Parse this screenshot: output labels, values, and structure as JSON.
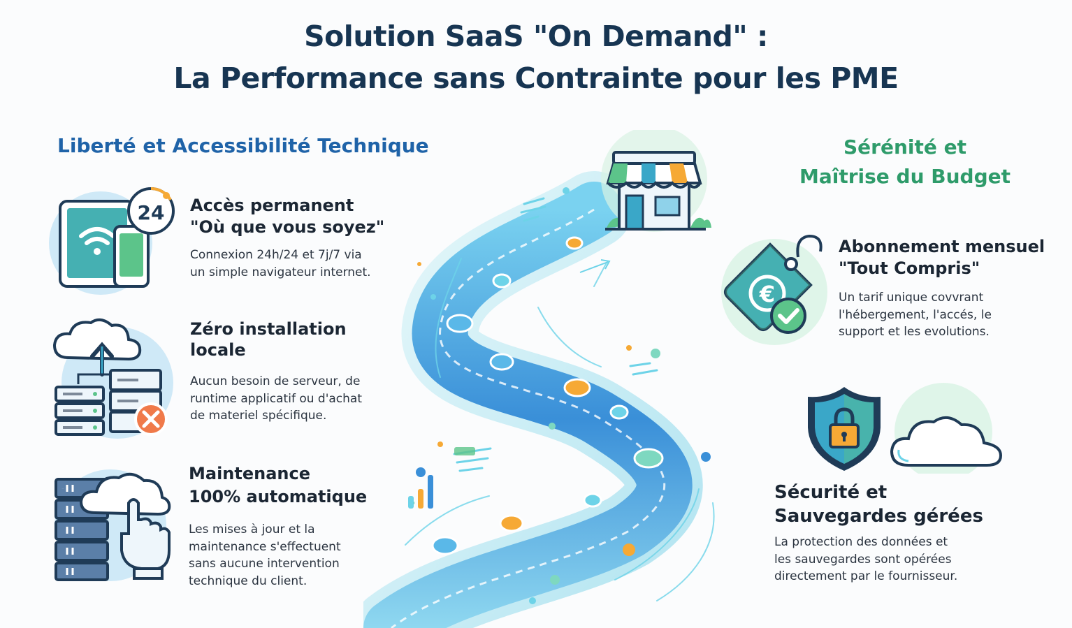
{
  "title": {
    "line1": "Solution SaaS \"On Demand\" :",
    "line2": "La Performance sans Contrainte pour les PME"
  },
  "left_section": {
    "heading": "Liberté et Accessibilité Technique",
    "features": [
      {
        "title": [
          "Accès permanent",
          "\"Où que vous soyez\""
        ],
        "text": [
          "Connexion 24h/24 et 7j/7 via",
          "un simple navigateur internet."
        ]
      },
      {
        "title": [
          "Zéro installation",
          "locale"
        ],
        "text": [
          "Aucun besoin de serveur, de",
          "runtime applicatif ou d'achat",
          "de materiel spécifique."
        ]
      },
      {
        "title": [
          "Maintenance",
          "100% automatique"
        ],
        "text": [
          "Les mises à jour et la",
          "maintenance s'effectuent",
          "sans aucune intervention",
          "technique du client."
        ]
      }
    ]
  },
  "right_section": {
    "heading": [
      "Sérénité et",
      "Maîtrise du Budget"
    ],
    "features": [
      {
        "title": [
          "Abonnement mensuel",
          "\"Tout Compris\""
        ],
        "text": [
          "Un tarif unique covvrant",
          "l'hébergement, l'accés, le",
          "support et les evolutions."
        ]
      },
      {
        "title": [
          "Sécurité et",
          "Sauvegardes gérées"
        ],
        "text": [
          "La protection des données et",
          "les sauvegardes sont opérées",
          "directement par le fournisseur."
        ]
      }
    ]
  },
  "icons": {
    "clock_label": "24",
    "euro_symbol": "€"
  },
  "colors": {
    "title": "#173552",
    "left_heading": "#1f63a8",
    "right_heading": "#2e9b6a",
    "accent_orange": "#f6a935",
    "accent_green": "#5cc48a",
    "road_blue": "#3a8fd8",
    "road_cyan": "#6dd3e8"
  }
}
